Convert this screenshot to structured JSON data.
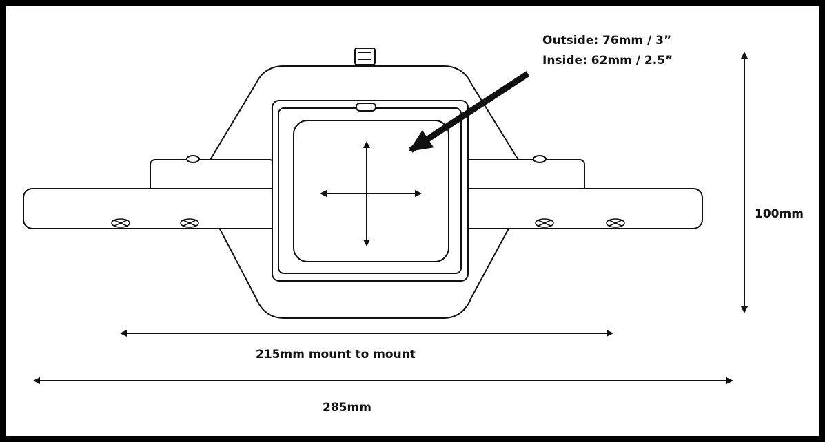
{
  "diagram": {
    "hole_label_outside": "Outside: 76mm / 3”",
    "hole_label_inside": "Inside: 62mm / 2.5”",
    "height_label": "100mm",
    "mount_width_label": "215mm mount to mount",
    "total_width_label": "285mm",
    "colors": {
      "frame": "#000000",
      "line": "#111111",
      "background": "#ffffff"
    }
  }
}
